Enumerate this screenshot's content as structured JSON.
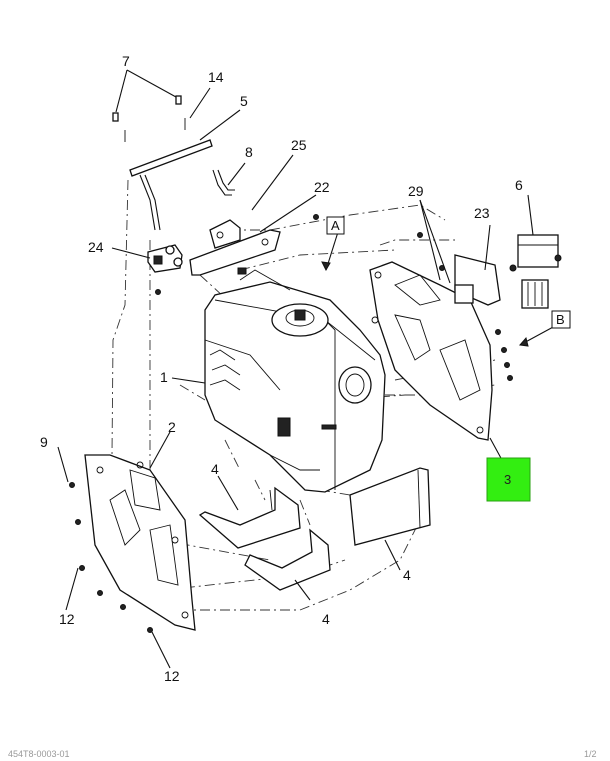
{
  "callouts": {
    "c1": "1",
    "c2": "2",
    "c4a": "4",
    "c4b": "4",
    "c4c": "4",
    "c5": "5",
    "c6": "6",
    "c7": "7",
    "c8": "8",
    "c9": "9",
    "c12a": "12",
    "c12b": "12",
    "c14": "14",
    "c22": "22",
    "c23": "23",
    "c24": "24",
    "c25": "25",
    "c29": "29"
  },
  "view_labels": {
    "a": "A",
    "b": "B"
  },
  "highlight": {
    "label": "3",
    "color": "#33ee11"
  },
  "footer": {
    "left": "454T8-0003-01",
    "right": "1/2"
  }
}
